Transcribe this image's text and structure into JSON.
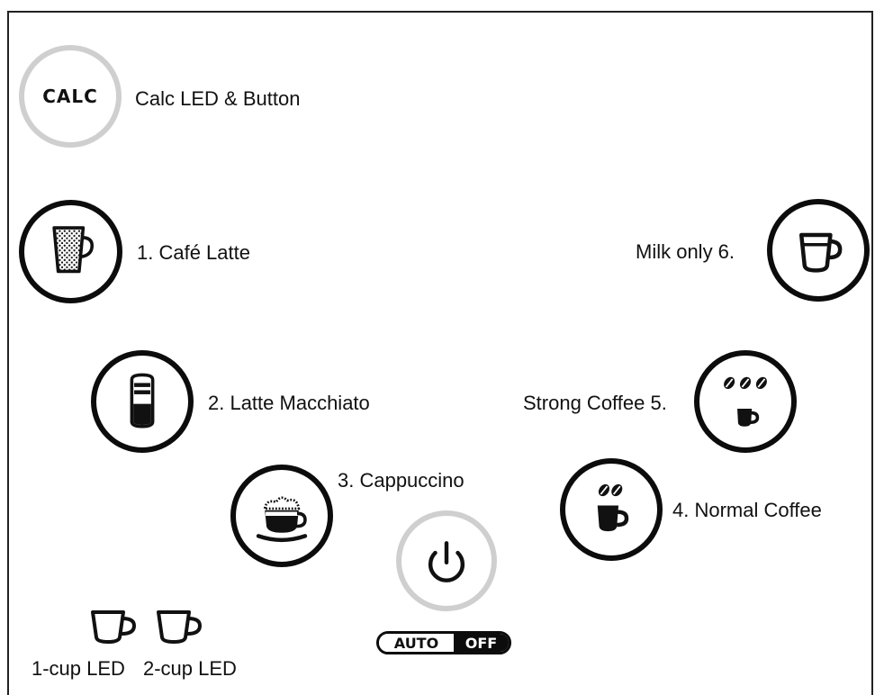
{
  "calc": {
    "button_text": "CALC",
    "label": "Calc LED & Button"
  },
  "buttons": {
    "cafe_latte": {
      "label": "1. Café Latte",
      "icon": "latte-glass-icon"
    },
    "latte_macchiato": {
      "label": "2. Latte Macchiato",
      "icon": "macchiato-glass-icon"
    },
    "cappuccino": {
      "label": "3. Cappuccino",
      "icon": "cappuccino-cup-icon"
    },
    "normal_coffee": {
      "label": "4. Normal Coffee",
      "icon": "two-beans-cup-icon"
    },
    "strong_coffee": {
      "label": "Strong Coffee 5.",
      "icon": "three-beans-cup-icon"
    },
    "milk_only": {
      "label": "Milk only 6.",
      "icon": "milk-cup-icon"
    }
  },
  "power": {
    "icon": "power-icon",
    "auto_label": "AUTO",
    "off_label": "OFF"
  },
  "leds": {
    "one_cup_label": "1-cup LED",
    "two_cup_label": "2-cup LED"
  },
  "colors": {
    "ring_black": "#0c0c0c",
    "ring_gray": "#cfcfcf"
  }
}
